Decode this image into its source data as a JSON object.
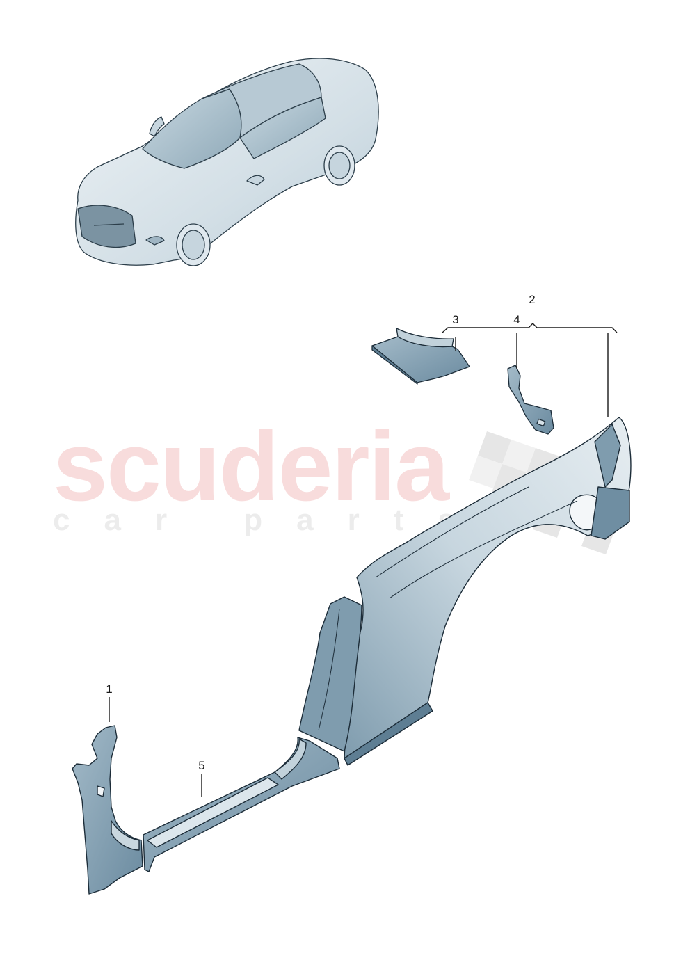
{
  "diagram": {
    "type": "exploded-parts-diagram",
    "subject": "car side panel assembly",
    "watermark": {
      "brand": "scuderia",
      "tagline": "car parts",
      "brand_color": "#f8dcdc",
      "tagline_color": "#ececec"
    },
    "colors": {
      "part_fill": "#a9bfcc",
      "part_dark": "#5e7e93",
      "outline": "#1c2c38",
      "panel_light": "#d8e3ea",
      "checker": "#dedede"
    },
    "callouts": [
      {
        "id": "1",
        "label": "1",
        "part": "a-pillar"
      },
      {
        "id": "2",
        "label": "2",
        "part": "side-panel-assembly-group"
      },
      {
        "id": "3",
        "label": "3",
        "part": "wheel-arch-bracket"
      },
      {
        "id": "4",
        "label": "4",
        "part": "fuel-filler-housing"
      },
      {
        "id": "5",
        "label": "5",
        "part": "sill-panel"
      }
    ]
  }
}
